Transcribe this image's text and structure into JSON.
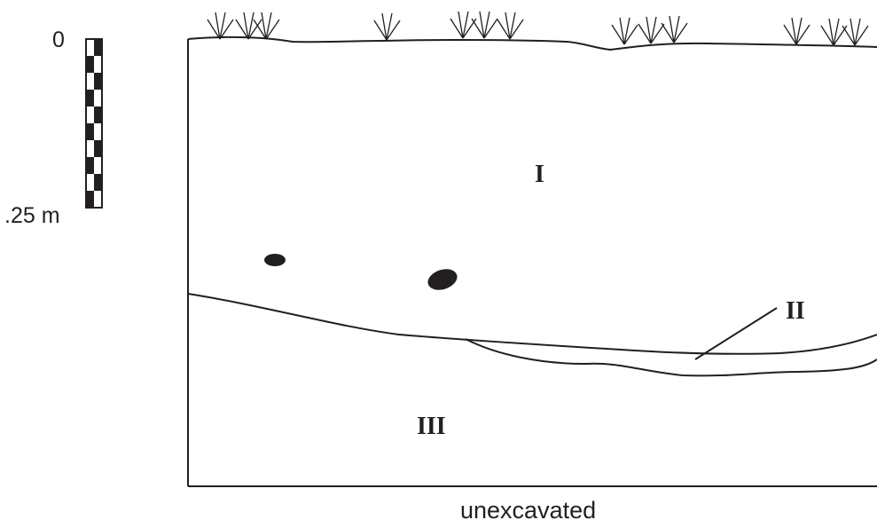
{
  "scale": {
    "top_label": "0",
    "bottom_label": ".25 m",
    "segments": 10
  },
  "layers": {
    "upper": "I",
    "lens": "II",
    "lower": "III"
  },
  "base_label": "unexcavated",
  "colors": {
    "ink": "#231f20",
    "background": "#ffffff"
  }
}
